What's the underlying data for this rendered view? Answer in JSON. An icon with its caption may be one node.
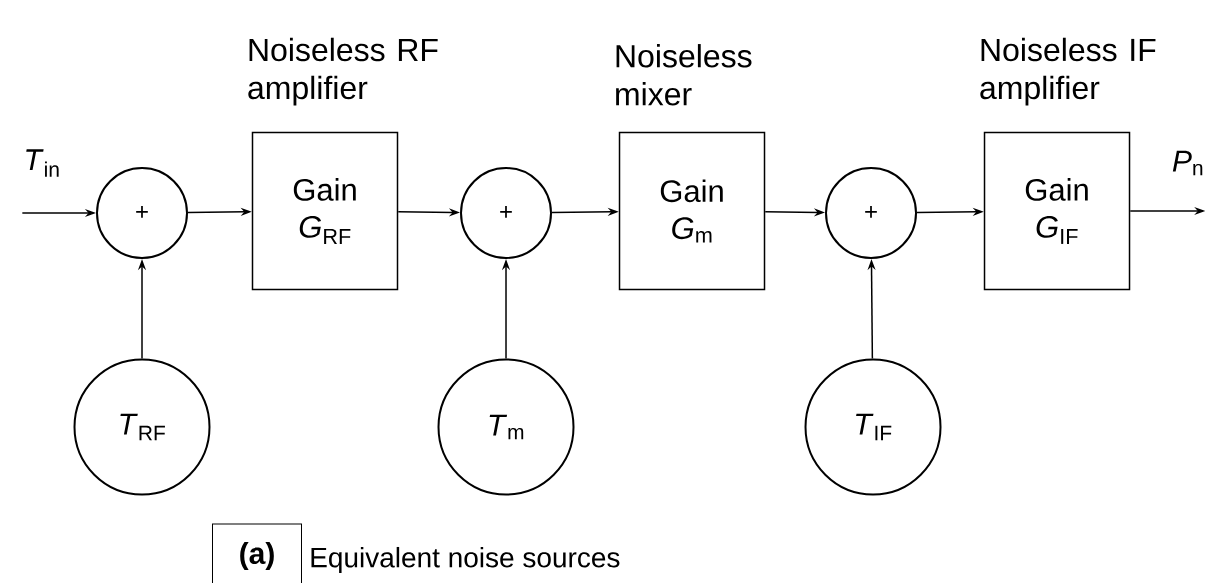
{
  "diagram": {
    "nodes": [
      {
        "text": [
          "*T*$_{in}$"
        ]
      },
      {
        "text": [
          "+"
        ]
      },
      {
        "text": [
          "Noiseless RF amplifier",
          "Gain *G*$_{RF}$"
        ]
      },
      {
        "text": [
          "+"
        ]
      },
      {
        "text": [
          "Noiseless mixer",
          "Gain *G*$_{m}$"
        ]
      },
      {
        "text": [
          "+"
        ]
      },
      {
        "text": [
          "Noiseless IF amplifier",
          "Gain *G*$_{IF}$"
        ]
      },
      {
        "text": [
          "*P*$_{n}$"
        ]
      },
      {
        "text": [
          "*T*$_{RF}$"
        ]
      },
      {
        "text": [
          "*T*$_{m}$"
        ]
      },
      {
        "text": [
          "*T*$_{IF}$"
        ]
      },
      {
        "text": [
          "(a)"
        ]
      }
    ],
    "edges": [
      {
        "from": 0,
        "to": 1,
        "arrow": "to"
      },
      {
        "from": 1,
        "to": 2,
        "arrow": "to"
      },
      {
        "from": 2,
        "to": 3,
        "arrow": "to"
      },
      {
        "from": 3,
        "to": 4,
        "arrow": "to"
      },
      {
        "from": 4,
        "to": 5,
        "arrow": "to"
      },
      {
        "from": 5,
        "to": 6,
        "arrow": "to"
      },
      {
        "from": 6,
        "to": 7,
        "arrow": "to"
      },
      {
        "from": 8,
        "to": 1,
        "arrow": "to"
      },
      {
        "from": 9,
        "to": 3,
        "arrow": "to"
      },
      {
        "from": 10,
        "to": 5,
        "arrow": "to"
      }
    ],
    "labels": [
      "Equivalent noise sources"
    ]
  }
}
